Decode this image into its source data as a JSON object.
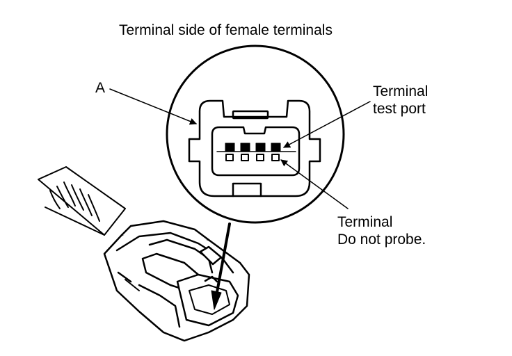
{
  "diagram": {
    "title": "Terminal side of female terminals",
    "callout_a": "A",
    "test_port_label": [
      "Terminal",
      "test port"
    ],
    "do_not_probe_label": [
      "Terminal",
      "Do not probe."
    ]
  }
}
